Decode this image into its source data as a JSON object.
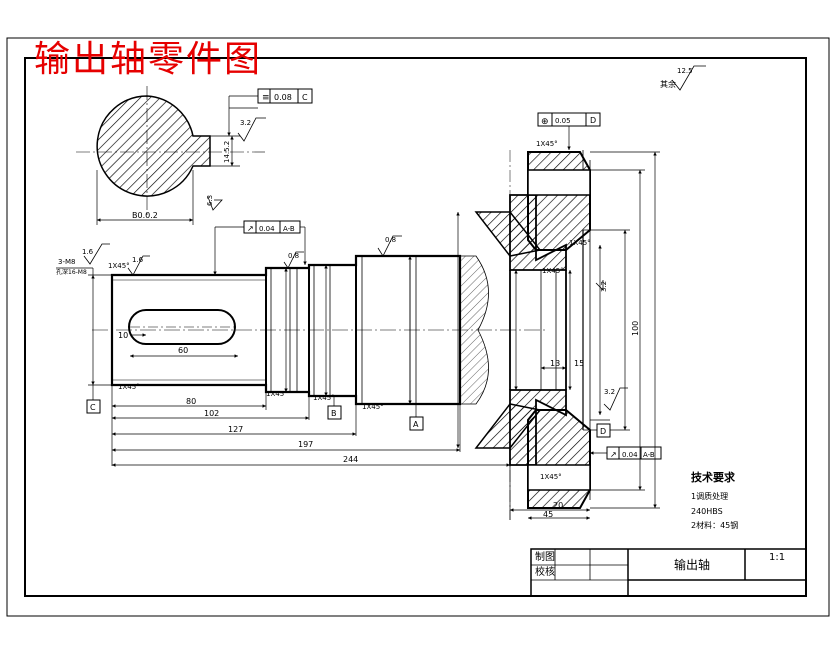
{
  "drawing": {
    "main_title": "输出轴零件图",
    "roughness_general": "12.5",
    "roughness_rest": "其余",
    "dims": {
      "d_80": "80",
      "d_102": "102",
      "d_127": "127",
      "d_197": "197",
      "d_244": "244",
      "d_60": "60",
      "d_10": "10",
      "d_13": "13",
      "d_15": "15",
      "d_20": "20",
      "d_45": "45",
      "d_100": "100",
      "chamfer": "1X45°",
      "sec_width": "B0.0.2",
      "sec_depth": "14.5.2"
    },
    "roughness": {
      "r16a": "1.6",
      "r16b": "1.6",
      "r08a": "0.8",
      "r08b": "0.8",
      "r32a": "3.2",
      "r32b": "3.2",
      "r32c": "3.2",
      "r63": "6.3"
    },
    "tolerance": {
      "sym_value": "0.08",
      "sym_datum": "C",
      "pos_value": "0.05",
      "pos_datum": "D",
      "run1_value": "0.04",
      "run1_datum": "A-B",
      "run2_value": "0.04",
      "run2_datum": "A-B"
    },
    "datums": [
      "C",
      "B",
      "A",
      "D"
    ],
    "thread": "3-M8",
    "thread_depth": "孔深16-M8"
  },
  "tech_requirements": {
    "heading": "技术要求",
    "items": [
      "1调质处理",
      "240HBS",
      "2材料：45钢"
    ]
  },
  "title_block": {
    "part_name": "输出轴",
    "scale": "1:1",
    "row1_label": "制图",
    "row2_label": "校核"
  }
}
